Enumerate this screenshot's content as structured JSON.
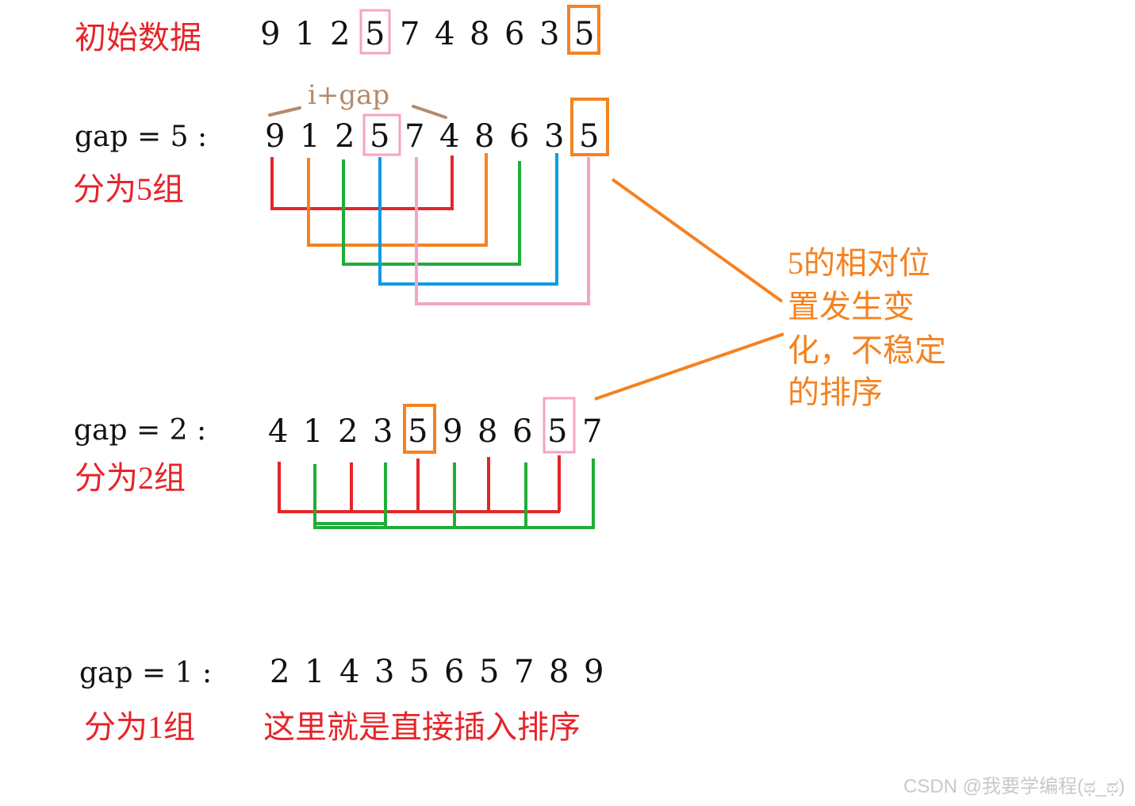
{
  "labels": {
    "initial": "初始数据",
    "gap5": "gap = 5 :",
    "group5": "分为5组",
    "gap2": "gap = 2 :",
    "group2": "分为2组",
    "gap1": "gap = 1 :",
    "group1": "分为1组",
    "insertion_note": "这里就是直接插入排序",
    "i_plus_gap": "i+gap"
  },
  "annotation": {
    "lines": [
      "5的相对位",
      "置发生变",
      "化，不稳定",
      "的排序"
    ]
  },
  "rows": {
    "initial": [
      "9",
      "1",
      "2",
      "5",
      "7",
      "4",
      "8",
      "6",
      "3",
      "5"
    ],
    "gap5": [
      "9",
      "1",
      "2",
      "5",
      "7",
      "4",
      "8",
      "6",
      "3",
      "5"
    ],
    "gap2": [
      "4",
      "1",
      "2",
      "3",
      "5",
      "9",
      "8",
      "6",
      "5",
      "7"
    ],
    "gap1": [
      "2",
      "1",
      "4",
      "3",
      "5",
      "6",
      "5",
      "7",
      "8",
      "9"
    ]
  },
  "watermark": "CSDN @我要学编程(ಥ_ಥ)",
  "colors": {
    "red": "#e5252a",
    "orange": "#f58220",
    "green": "#22ac38",
    "blue": "#0b9ce5",
    "pink": "#f5a3c7",
    "brown": "#b58a6a",
    "text": "#111111",
    "watermark": "#c9c9c9"
  }
}
